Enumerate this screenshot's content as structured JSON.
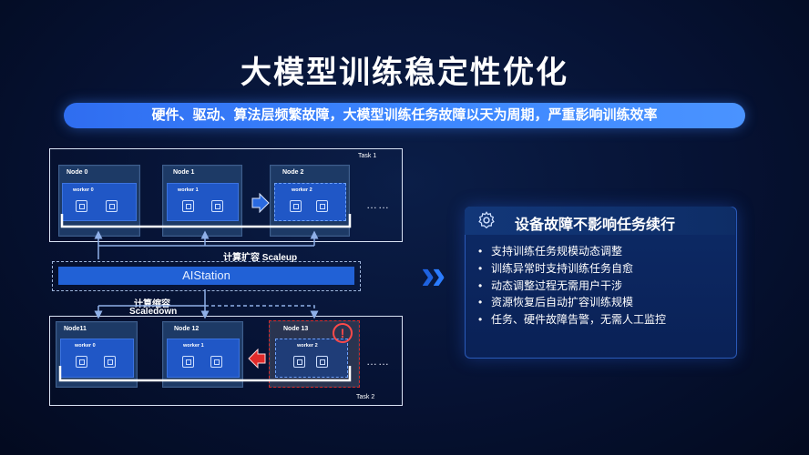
{
  "title": "大模型训练稳定性优化",
  "banner": "硬件、驱动、算法层频繁故障，大模型训练任务故障以天为周期，严重影响训练效率",
  "diagram": {
    "task1_label": "Task 1",
    "task2_label": "Task 2",
    "scaleup_label": "计算扩容 Scaleup",
    "scaledown_label_1": "计算缩容",
    "scaledown_label_2": "Scaledown",
    "aistation_label": "AIStation",
    "ellipsis": "……",
    "top_nodes": [
      {
        "label": "Node 0",
        "worker": "worker 0"
      },
      {
        "label": "Node 1",
        "worker": "worker 1"
      },
      {
        "label": "Node 2",
        "worker": "worker 2"
      }
    ],
    "bottom_nodes": [
      {
        "label": "Node11",
        "worker": "worker 0"
      },
      {
        "label": "Node 12",
        "worker": "worker 1"
      },
      {
        "label": "Node 13",
        "worker": "worker 2"
      }
    ],
    "alert_icon": "exclamation-icon"
  },
  "panel": {
    "icon": "gear-icon",
    "title": "设备故障不影响任务续行",
    "items": [
      "支持训练任务规模动态调整",
      "训练异常时支持训练任务自愈",
      "动态调整过程无需用户干涉",
      "资源恢复后自动扩容训练规模",
      "任务、硬件故障告警，无需人工监控"
    ]
  },
  "colors": {
    "accent": "#2f6df0",
    "node": "#1d3a66",
    "worker": "#2057c6",
    "alert": "#d42a2a"
  }
}
